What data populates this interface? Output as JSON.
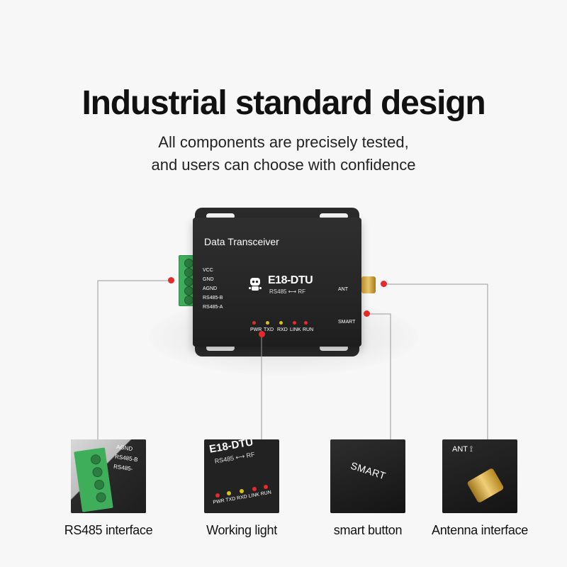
{
  "headline": "Industrial standard design",
  "subline_1": "All components are precisely tested,",
  "subline_2": "and users can choose with confidence",
  "device": {
    "title": "Data Transceiver",
    "pins": [
      "VCC",
      "GND",
      "AGND",
      "RS485-B",
      "RS485-A"
    ],
    "model": "E18-DTU",
    "protocol": "RS485 ⟷ RF",
    "ant_label": "ANT",
    "smart_label": "SMART",
    "leds": [
      "PWR",
      "TXD",
      "RXD",
      "LINK",
      "RUN"
    ]
  },
  "colors": {
    "accent": "#e62a2a",
    "terminal": "#3fae5a",
    "device_body": "#2a2a2a",
    "led_yellow": "#d8c21a"
  },
  "cards": [
    {
      "label": "RS485 interface"
    },
    {
      "label": "Working light"
    },
    {
      "label": "smart button"
    },
    {
      "label": "Antenna interface"
    }
  ],
  "card_texts": {
    "rs485_pins": [
      "AGND",
      "RS485-B",
      "RS485-"
    ],
    "light_model": "E18-DTU",
    "light_protocol": "RS485 ⟷ RF",
    "light_leds": [
      "PWR",
      "TXD",
      "RXD",
      "LINK",
      "RUN"
    ],
    "smart": "SMART",
    "ant": "ANT"
  }
}
